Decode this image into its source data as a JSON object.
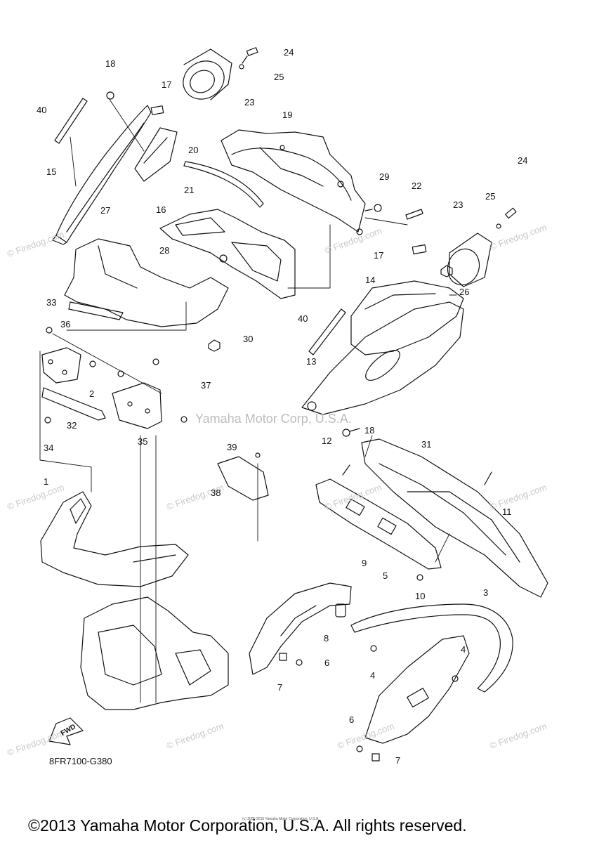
{
  "diagram": {
    "part_code": "8FR7100-G380",
    "fwd_label": "FWD",
    "copyright": "©2013 Yamaha Motor Corporation, U.S.A. All rights reserved.",
    "tiny_copyright": "(c) 2005-2015 Yamaha Motor Corporation, U.S.A.",
    "watermark_center": "Yamaha Motor Corp, U.S.A.",
    "watermark_site": "© Firedog.com"
  },
  "callouts": [
    {
      "id": "c24a",
      "text": "24"
    },
    {
      "id": "c25a",
      "text": "25"
    },
    {
      "id": "c23a",
      "text": "23"
    },
    {
      "id": "c18a",
      "text": "18"
    },
    {
      "id": "c17a",
      "text": "17"
    },
    {
      "id": "c40a",
      "text": "40"
    },
    {
      "id": "c19",
      "text": "19"
    },
    {
      "id": "c15",
      "text": "15"
    },
    {
      "id": "c16",
      "text": "16"
    },
    {
      "id": "c20",
      "text": "20"
    },
    {
      "id": "c21",
      "text": "21"
    },
    {
      "id": "c29",
      "text": "29"
    },
    {
      "id": "c22",
      "text": "22"
    },
    {
      "id": "c24b",
      "text": "24"
    },
    {
      "id": "c25b",
      "text": "25"
    },
    {
      "id": "c23b",
      "text": "23"
    },
    {
      "id": "c27",
      "text": "27"
    },
    {
      "id": "c28",
      "text": "28"
    },
    {
      "id": "c17b",
      "text": "17"
    },
    {
      "id": "c14",
      "text": "14"
    },
    {
      "id": "c26",
      "text": "26"
    },
    {
      "id": "c33",
      "text": "33"
    },
    {
      "id": "c36",
      "text": "36"
    },
    {
      "id": "c40b",
      "text": "40"
    },
    {
      "id": "c30",
      "text": "30"
    },
    {
      "id": "c13",
      "text": "13"
    },
    {
      "id": "c2",
      "text": "2"
    },
    {
      "id": "c37",
      "text": "37"
    },
    {
      "id": "c32",
      "text": "32"
    },
    {
      "id": "c35",
      "text": "35"
    },
    {
      "id": "c34",
      "text": "34"
    },
    {
      "id": "c18b",
      "text": "18"
    },
    {
      "id": "c12",
      "text": "12"
    },
    {
      "id": "c31",
      "text": "31"
    },
    {
      "id": "c39",
      "text": "39"
    },
    {
      "id": "c38",
      "text": "38"
    },
    {
      "id": "c11",
      "text": "11"
    },
    {
      "id": "c1",
      "text": "1"
    },
    {
      "id": "c9",
      "text": "9"
    },
    {
      "id": "c10",
      "text": "10"
    },
    {
      "id": "c5",
      "text": "5"
    },
    {
      "id": "c3",
      "text": "3"
    },
    {
      "id": "c8",
      "text": "8"
    },
    {
      "id": "c6a",
      "text": "6"
    },
    {
      "id": "c4a",
      "text": "4"
    },
    {
      "id": "c4b",
      "text": "4"
    },
    {
      "id": "c7a",
      "text": "7"
    },
    {
      "id": "c6b",
      "text": "6"
    },
    {
      "id": "c7b",
      "text": "7"
    }
  ],
  "colors": {
    "ink": "#111111",
    "watermark": "#c9c9c9",
    "background": "#ffffff"
  }
}
